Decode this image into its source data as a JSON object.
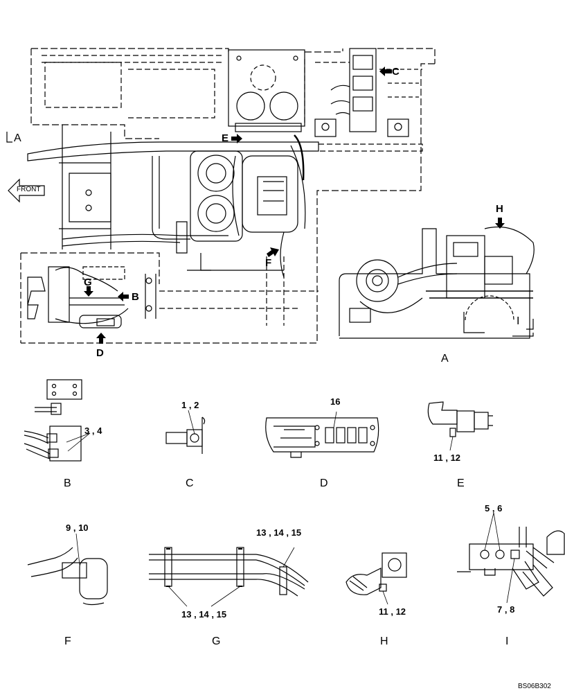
{
  "main_view": {
    "section_mark_left": "A",
    "section_mark_right": "I",
    "front_label": "FRONT",
    "callouts": {
      "B": "B",
      "C": "C",
      "D": "D",
      "E": "E",
      "F": "F",
      "G": "G",
      "H": "H"
    }
  },
  "views": [
    {
      "caption": "A"
    },
    {
      "caption": "B",
      "parts": "3 , 4"
    },
    {
      "caption": "C",
      "parts": "1 , 2"
    },
    {
      "caption": "D",
      "parts": "16"
    },
    {
      "caption": "E",
      "parts": "11 , 12"
    },
    {
      "caption": "F",
      "parts": "9 , 10"
    },
    {
      "caption": "G",
      "parts_top": "13 , 14 , 15",
      "parts_bottom": "13 , 14 , 15"
    },
    {
      "caption": "H",
      "parts": "11 , 12"
    },
    {
      "caption": "I",
      "parts_top": "5 , 6",
      "parts_bottom": "7 , 8"
    }
  ],
  "drawing_id": "BS06B302",
  "colors": {
    "line": "#000000",
    "background": "#ffffff"
  }
}
